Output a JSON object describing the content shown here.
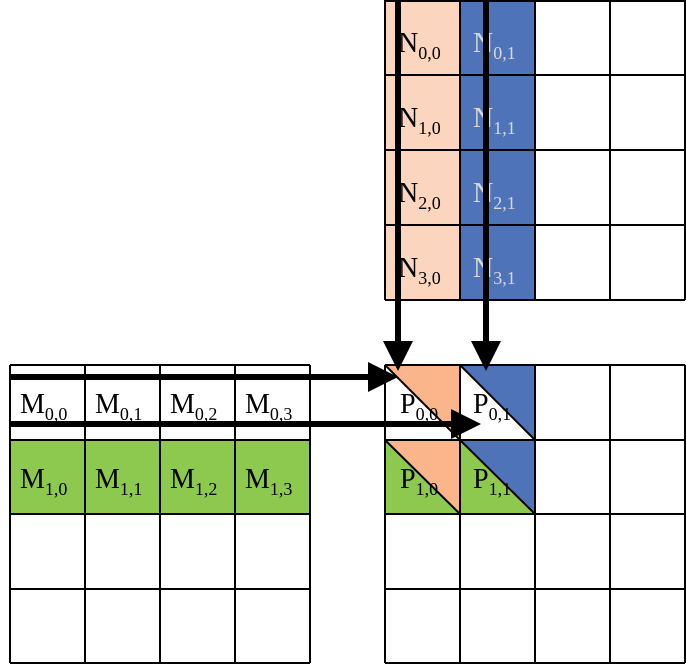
{
  "colors": {
    "n_col0": "#fbd5bd",
    "n_col1": "#4f73b9",
    "m_row1": "#8cc94e",
    "p_orange": "#fbb58b",
    "p_blue": "#4f73b9",
    "p_green": "#8cc94e",
    "line": "#000000",
    "arrow": "#000000"
  },
  "n_matrix": {
    "cells": [
      {
        "base": "N",
        "sub": "0,0"
      },
      {
        "base": "N",
        "sub": "0,1"
      },
      {
        "base": "N",
        "sub": "1,0"
      },
      {
        "base": "N",
        "sub": "1,1"
      },
      {
        "base": "N",
        "sub": "2,0"
      },
      {
        "base": "N",
        "sub": "2,1"
      },
      {
        "base": "N",
        "sub": "3,0"
      },
      {
        "base": "N",
        "sub": "3,1"
      }
    ]
  },
  "m_matrix": {
    "cells": [
      {
        "base": "M",
        "sub": "0,0"
      },
      {
        "base": "M",
        "sub": "0,1"
      },
      {
        "base": "M",
        "sub": "0,2"
      },
      {
        "base": "M",
        "sub": "0,3"
      },
      {
        "base": "M",
        "sub": "1,0"
      },
      {
        "base": "M",
        "sub": "1,1"
      },
      {
        "base": "M",
        "sub": "1,2"
      },
      {
        "base": "M",
        "sub": "1,3"
      }
    ]
  },
  "p_matrix": {
    "cells": [
      {
        "base": "P",
        "sub": "0,0"
      },
      {
        "base": "P",
        "sub": "0,1"
      },
      {
        "base": "P",
        "sub": "1,0"
      },
      {
        "base": "P",
        "sub": "1,1"
      }
    ]
  }
}
